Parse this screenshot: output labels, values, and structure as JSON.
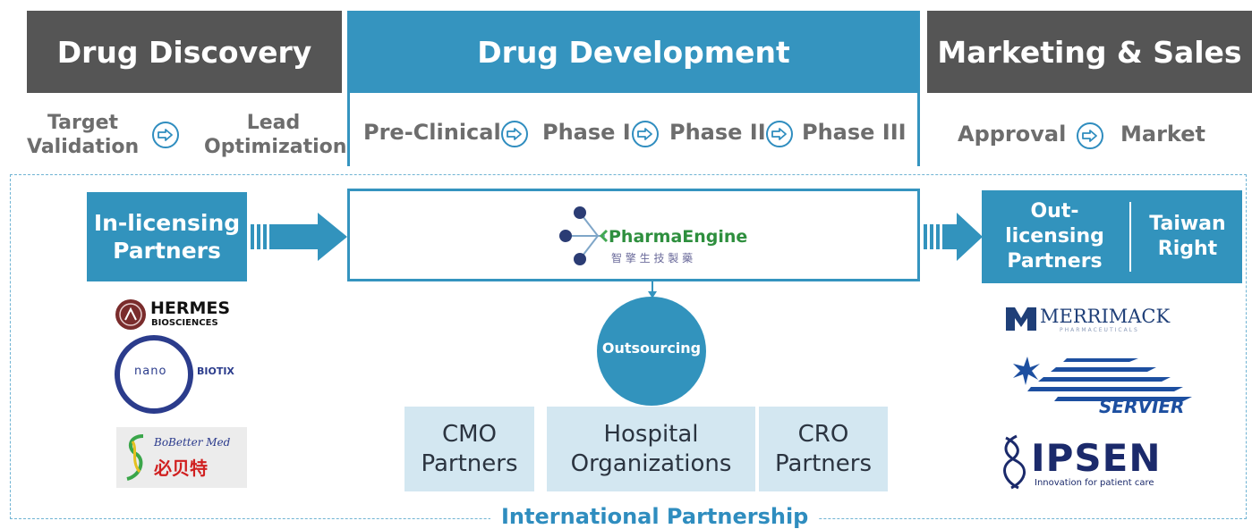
{
  "headers": {
    "discovery": "Drug Discovery",
    "development": "Drug Development",
    "marketing": "Marketing & Sales"
  },
  "discovery_stages": {
    "target": "Target\nValidation",
    "lead": "Lead\nOptimization"
  },
  "development_phases": [
    "Pre-Clinical",
    "Phase I",
    "Phase II",
    "Phase III"
  ],
  "marketing_stages": [
    "Approval",
    "Market"
  ],
  "in_licensing": {
    "title": "In-licensing\nPartners",
    "logos": [
      {
        "name": "HERMES",
        "sub": "BIOSCIENCES"
      },
      {
        "name_left": "nano",
        "name_right": "BIOTIX"
      },
      {
        "name": "BoBetter Med",
        "sub": "必贝特"
      }
    ]
  },
  "center": {
    "company": "PharmaEngine",
    "company_cn": "智 擎 生 技 製 藥",
    "outsourcing": "Outsourcing"
  },
  "outsourcing_partners": [
    "CMO\nPartners",
    "Hospital\nOrganizations",
    "CRO\nPartners"
  ],
  "out_licensing": {
    "left": "Out-licensing\nPartners",
    "right": "Taiwan\nRight",
    "logos": [
      {
        "name": "MERRIMACK",
        "sub": "PHARMACEUTICALS"
      },
      {
        "name": "SERVIER"
      },
      {
        "name": "IPSEN",
        "sub": "Innovation for patient care"
      }
    ]
  },
  "footer": "International Partnership",
  "colors": {
    "accent": "#3594bf",
    "dark_header": "#555555",
    "light_box": "#d3e7f1",
    "text_gray": "#6d6d6d"
  }
}
